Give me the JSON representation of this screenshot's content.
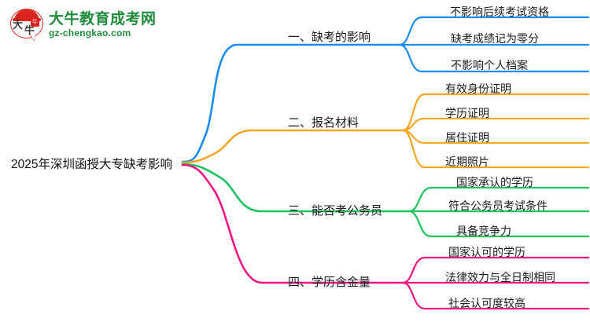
{
  "logo": {
    "title": "大牛教育成考网",
    "subtitle": "gz-chengkao.com",
    "mark_da": "大",
    "mark_niu": "牛",
    "mark_seal": "牛",
    "title_color": "#1e8a3c",
    "mark_color": "#d9231f"
  },
  "mindmap": {
    "root": {
      "label": "2025年深圳函授大专缺考影响"
    },
    "branches": [
      {
        "label": "一、缺考的影响",
        "color": "#1a8cf0",
        "children": [
          {
            "label": "不影响后续考试资格"
          },
          {
            "label": "缺考成绩记为零分"
          },
          {
            "label": "不影响个人档案"
          }
        ]
      },
      {
        "label": "二、报名材料",
        "color": "#f5a623",
        "children": [
          {
            "label": "有效身份证明"
          },
          {
            "label": "学历证明"
          },
          {
            "label": "居住证明"
          },
          {
            "label": "近期照片"
          }
        ]
      },
      {
        "label": "三、能否考公务员",
        "color": "#1fc25c",
        "children": [
          {
            "label": "国家承认的学历"
          },
          {
            "label": "符合公务员考试条件"
          },
          {
            "label": "具备竞争力"
          }
        ]
      },
      {
        "label": "四、学历含金量",
        "color": "#f2157f",
        "children": [
          {
            "label": "国家认可的学历"
          },
          {
            "label": "法律效力与全日制相同"
          },
          {
            "label": "社会认可度较高"
          }
        ]
      }
    ]
  }
}
